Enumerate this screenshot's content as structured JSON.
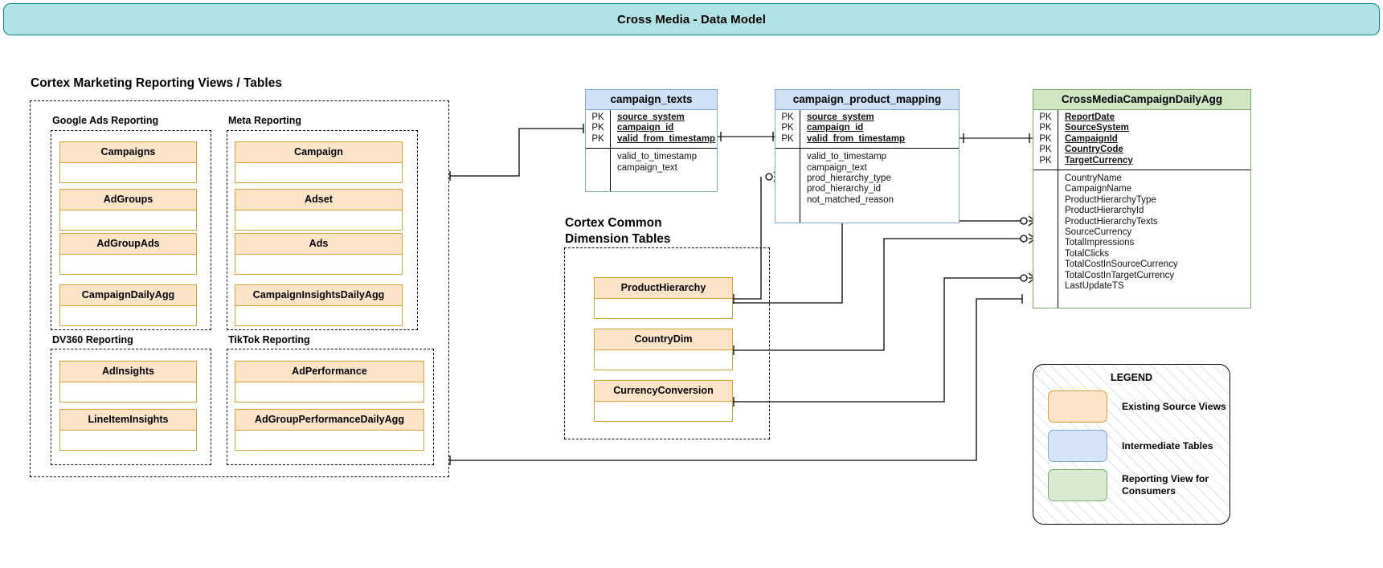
{
  "banner": {
    "title": "Cross Media - Data Model"
  },
  "sections": {
    "left_title": "Cortex Marketing Reporting Views / Tables",
    "dimension_title": "Cortex Common\nDimension Tables"
  },
  "groups": [
    {
      "name": "Google Ads Reporting",
      "entities": [
        "Campaigns",
        "AdGroups",
        "AdGroupAds",
        "CampaignDailyAgg"
      ]
    },
    {
      "name": "Meta Reporting",
      "entities": [
        "Campaign",
        "Adset",
        "Ads",
        "CampaignInsightsDailyAgg"
      ]
    },
    {
      "name": "DV360 Reporting",
      "entities": [
        "AdInsights",
        "LineItemInsights"
      ]
    },
    {
      "name": "TikTok Reporting",
      "entities": [
        "AdPerformance",
        "AdGroupPerformanceDailyAgg"
      ]
    }
  ],
  "dimension_tables": [
    "ProductHierarchy",
    "CountryDim",
    "CurrencyConversion"
  ],
  "er_tables": {
    "campaign_texts": {
      "name": "campaign_texts",
      "key_label": "PK",
      "pk_fields": [
        "source_system",
        "campaign_id",
        "valid_from_timestamp"
      ],
      "attributes": [
        "valid_to_timestamp",
        "campaign_text"
      ]
    },
    "campaign_product_mapping": {
      "name": "campaign_product_mapping",
      "key_label": "PK",
      "pk_fields": [
        "source_system",
        "campaign_id",
        "valid_from_timestamp"
      ],
      "attributes": [
        "valid_to_timestamp",
        "campaign_text",
        "prod_hierarchy_type",
        "prod_hierarchy_id",
        "not_matched_reason"
      ]
    },
    "cross_media_daily_agg": {
      "name": "CrossMediaCampaignDailyAgg",
      "key_label": "PK",
      "pk_fields": [
        "ReportDate",
        "SourceSystem",
        "CampaignId",
        "CountryCode",
        "TargetCurrency"
      ],
      "attributes": [
        "CountryName",
        "CampaignName",
        "ProductHierarchyType",
        "ProductHierarchyId",
        "ProductHierarchyTexts",
        "SourceCurrency",
        "TotalImpressions",
        "TotalClicks",
        "TotalCostInSourceCurrency",
        "TotalCostInTargetCurrency",
        "LastUpdateTS"
      ]
    }
  },
  "legend": {
    "title": "LEGEND",
    "items": [
      {
        "label": "Existing Source Views",
        "color": "#fde4c8"
      },
      {
        "label": "Intermediate Tables",
        "color": "#d6e4f7"
      },
      {
        "label": "Reporting View for\nConsumers",
        "color": "#d9ead0"
      }
    ]
  },
  "colors": {
    "banner": "#b0e3e6",
    "source_view": "#fde4c8",
    "intermediate": "#cfe0f5",
    "reporting_view": "#cfe6c3"
  }
}
